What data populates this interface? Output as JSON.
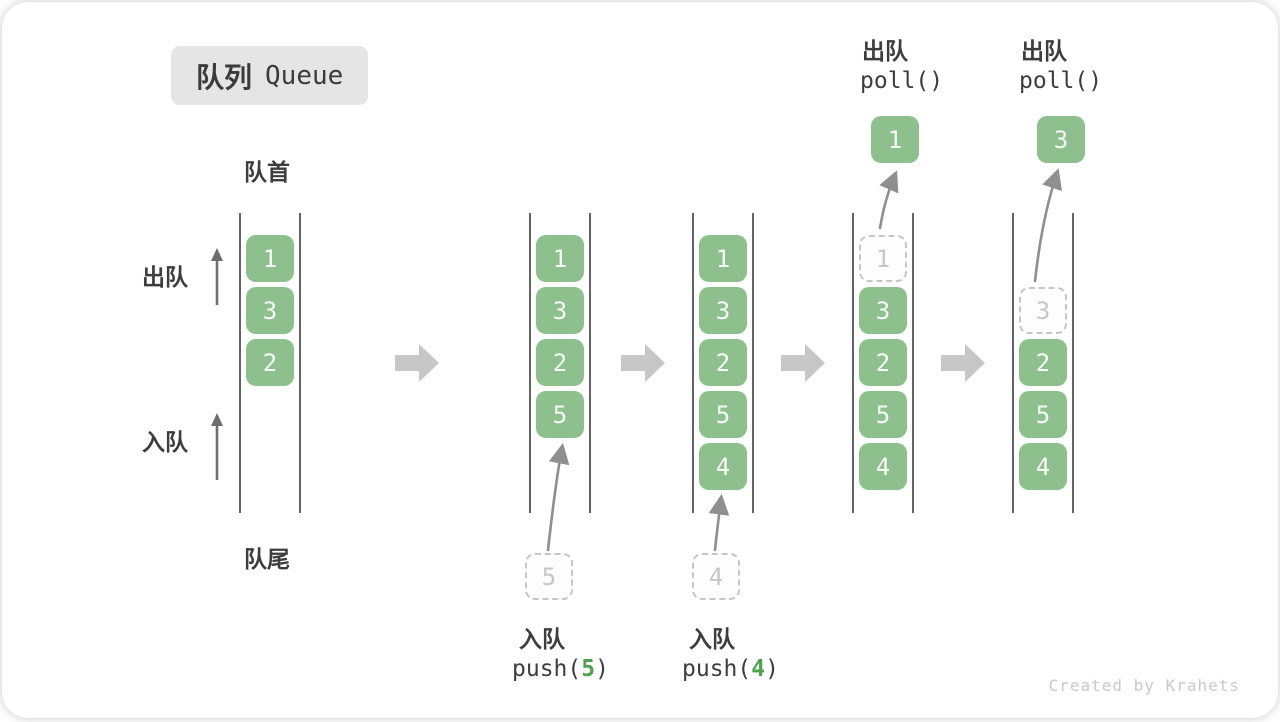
{
  "title": {
    "zh": "队列",
    "en": "Queue"
  },
  "side_labels": {
    "front": "队首",
    "rear": "队尾",
    "dequeue": "出队",
    "enqueue": "入队"
  },
  "columns": [
    {
      "boxes": [
        "1",
        "3",
        "2"
      ]
    },
    {
      "boxes": [
        "1",
        "3",
        "2",
        "5"
      ],
      "incoming": "5"
    },
    {
      "boxes": [
        "1",
        "3",
        "2",
        "5",
        "4"
      ],
      "incoming": "4"
    },
    {
      "boxes": [
        "3",
        "2",
        "5",
        "4"
      ],
      "removed": "1",
      "popped": "1"
    },
    {
      "boxes": [
        "2",
        "5",
        "4"
      ],
      "removed": "3",
      "popped": "3"
    }
  ],
  "operations": {
    "push5": {
      "zh": "入队",
      "fn": "push(",
      "arg": "5",
      "close": ")"
    },
    "push4": {
      "zh": "入队",
      "fn": "push(",
      "arg": "4",
      "close": ")"
    },
    "poll1": {
      "zh": "出队",
      "code": "poll()"
    },
    "poll2": {
      "zh": "出队",
      "code": "poll()"
    }
  },
  "watermark": "Created by Krahets",
  "colors": {
    "box_green": "#8dc08d",
    "arg_green": "#4fa14f",
    "block_arrow_gray": "#c7c7c7",
    "thin_arrow_gray": "#6e6e6e",
    "curve_arrow_gray": "#8f8f8f",
    "badge_bg": "#e5e5e5",
    "text_dark": "#3d3d3d",
    "ghost_gray": "#c6c6c6"
  }
}
